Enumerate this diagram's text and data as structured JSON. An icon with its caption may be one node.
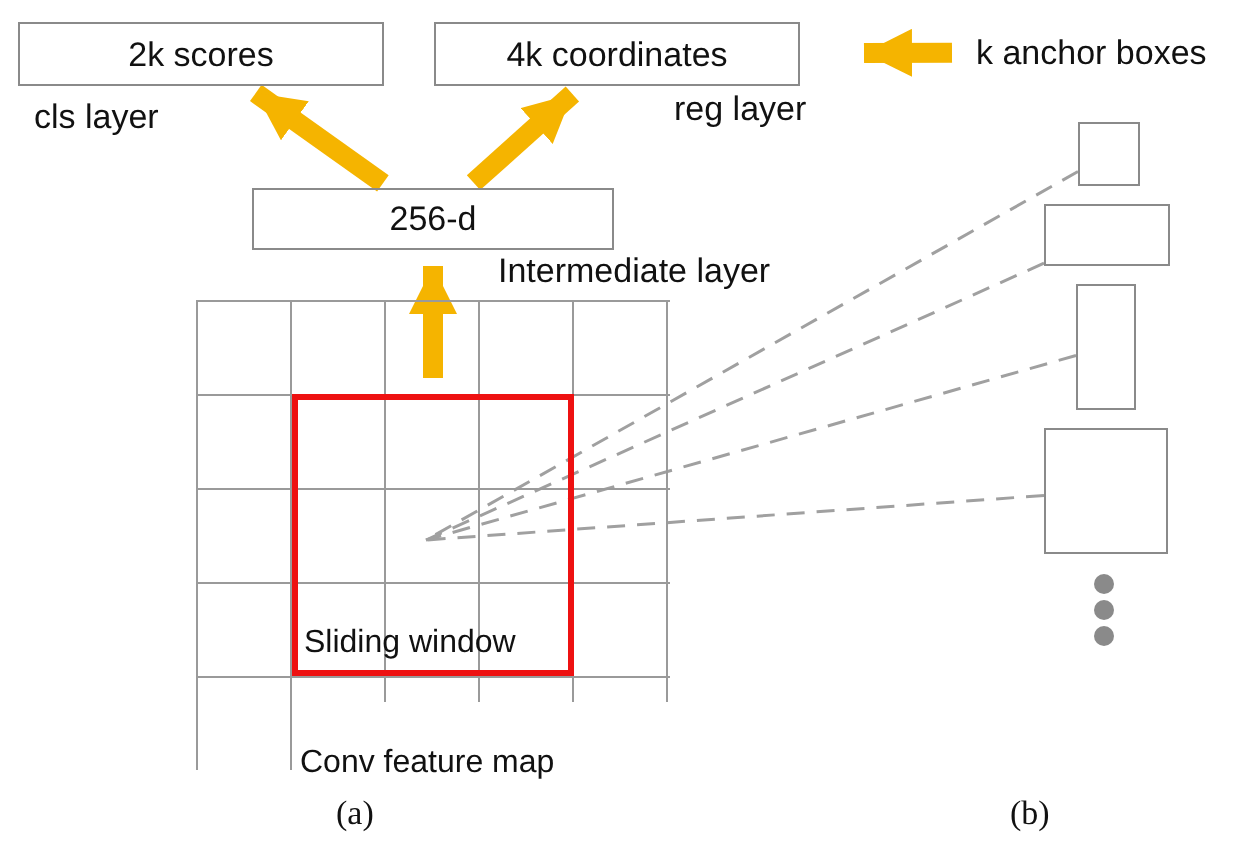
{
  "diagram": {
    "nodes": [
      {
        "text": [
          "2k scores"
        ],
        "beside": [
          "cls layer"
        ]
      },
      {
        "text": [
          "4k coordinates"
        ],
        "beside": [
          "reg layer"
        ]
      },
      {
        "text": [
          "256-d"
        ],
        "beside": [
          "Intermediate layer"
        ]
      },
      {
        "text": [
          "Conv feature map"
        ]
      },
      {
        "text": [
          "Sliding window"
        ],
        "in": 3
      },
      {
        "text": [],
        "shape": "box"
      },
      {
        "text": [],
        "shape": "box"
      },
      {
        "text": [],
        "shape": "box"
      },
      {
        "text": [],
        "shape": "box"
      },
      {
        "text": [
          "k anchor boxes"
        ]
      }
    ],
    "edges": [
      {
        "from": 2,
        "to": 0,
        "arrow": "to",
        "style": "thick",
        "color": "#f5b400"
      },
      {
        "from": 2,
        "to": 1,
        "arrow": "to",
        "style": "thick",
        "color": "#f5b400"
      },
      {
        "from": 4,
        "to": 2,
        "arrow": "to",
        "style": "thick",
        "color": "#f5b400"
      },
      {
        "from": 9,
        "to": 1,
        "arrow": "to",
        "style": "thick",
        "color": "#f5b400"
      },
      {
        "from": 5,
        "to": 4,
        "arrow": "none",
        "style": "dashed",
        "color": "#a0a0a0"
      },
      {
        "from": 6,
        "to": 4,
        "arrow": "none",
        "style": "dashed",
        "color": "#a0a0a0"
      },
      {
        "from": 7,
        "to": 4,
        "arrow": "none",
        "style": "dashed",
        "color": "#a0a0a0"
      },
      {
        "from": 8,
        "to": 4,
        "arrow": "none",
        "style": "dashed",
        "color": "#a0a0a0"
      }
    ],
    "labels": [
      "(a)",
      "(b)"
    ]
  }
}
